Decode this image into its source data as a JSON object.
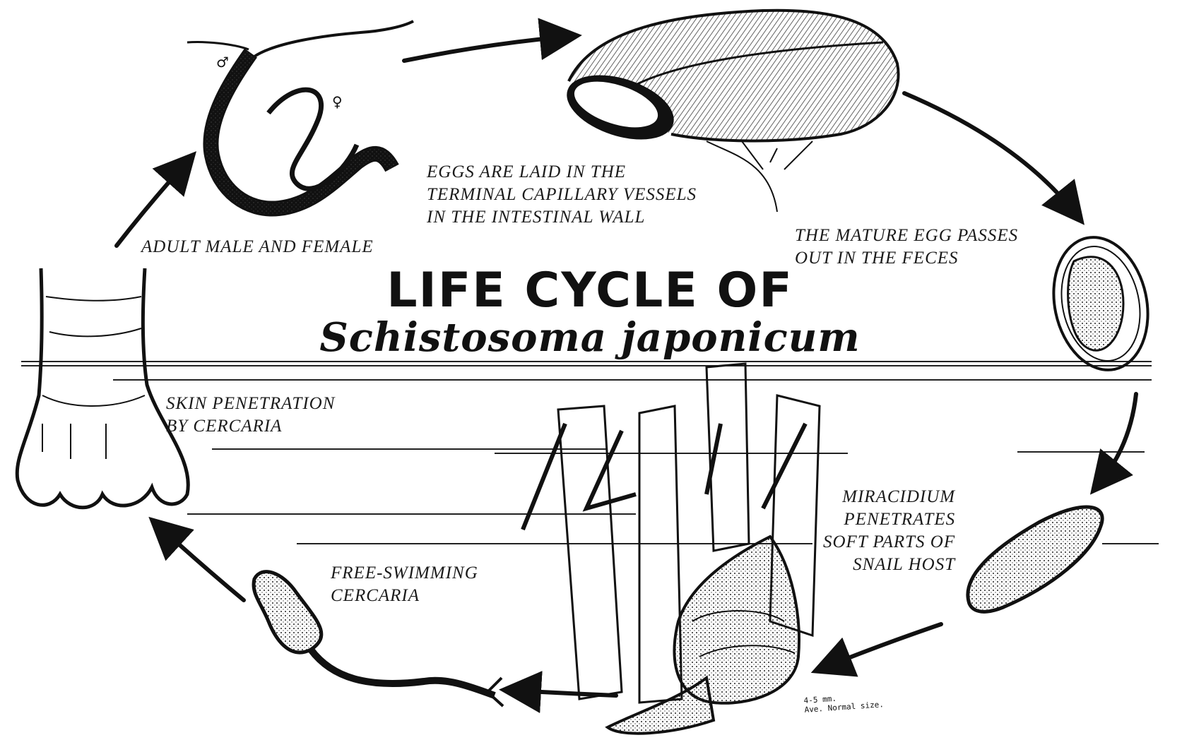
{
  "title": {
    "line1": "LIFE CYCLE OF",
    "line2": "Schistosoma japonicum"
  },
  "stages": {
    "adult": {
      "label": "ADULT MALE AND FEMALE",
      "male_symbol": "♂",
      "female_symbol": "♀"
    },
    "eggs_laid": {
      "lines": [
        "EGGS ARE LAID IN THE",
        "TERMINAL CAPILLARY VESSELS",
        "IN THE INTESTINAL WALL"
      ]
    },
    "egg_passes": {
      "lines": [
        "THE MATURE EGG PASSES",
        "OUT IN THE FECES"
      ]
    },
    "miracidium": {
      "lines": [
        "MIRACIDIUM",
        "PENETRATES",
        "SOFT PARTS OF",
        "SNAIL HOST"
      ]
    },
    "cercaria": {
      "lines": [
        "FREE-SWIMMING",
        "CERCARIA"
      ]
    },
    "skin": {
      "lines": [
        "SKIN PENETRATION",
        "BY CERCARIA"
      ]
    }
  },
  "snail_scale": {
    "lines": [
      "4-5 mm.",
      "Ave. Normal size."
    ]
  },
  "icons": [
    "worm-pair-icon",
    "intestine-icon",
    "egg-icon",
    "miracidium-icon",
    "snail-icon",
    "cercaria-icon",
    "foot-icon",
    "water-plant-icon"
  ]
}
